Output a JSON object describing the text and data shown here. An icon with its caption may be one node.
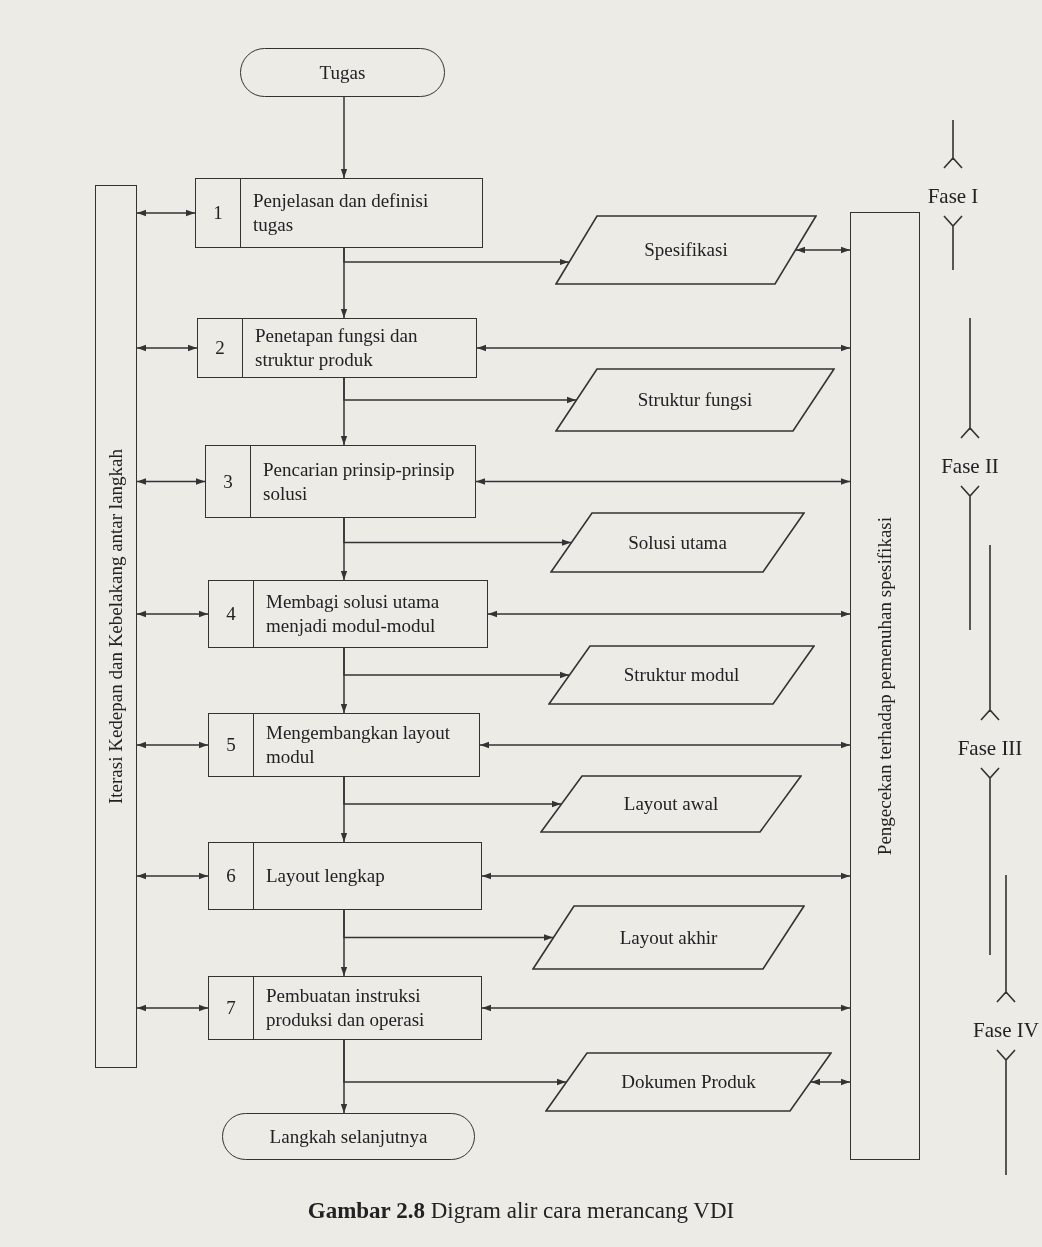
{
  "diagram": {
    "caption": "**Gambar 2.8** Digram alir cara merancang VDI",
    "nodes": [
      {
        "text": [
          "Tugas"
        ]
      },
      {
        "text": [
          "Iterasi Kedepan dan Kebelakang antar langkah"
        ]
      },
      {
        "text": [
          "1",
          "Penjelasan dan definisi tugas"
        ]
      },
      {
        "text": [
          "Spesifikasi"
        ]
      },
      {
        "text": [
          "Pengecekan terhadap pemenuhan spesifikasi"
        ]
      },
      {
        "text": [
          "2",
          "Penetapan fungsi dan struktur produk"
        ]
      },
      {
        "text": [
          "Struktur fungsi"
        ]
      },
      {
        "text": [
          "3",
          "Pencarian prinsip-prinsip solusi"
        ]
      },
      {
        "text": [
          "Solusi utama"
        ]
      },
      {
        "text": [
          "4",
          "Membagi solusi utama menjadi modul-modul"
        ]
      },
      {
        "text": [
          "Struktur modul"
        ]
      },
      {
        "text": [
          "5",
          "Mengembangkan layout modul"
        ]
      },
      {
        "text": [
          "Layout awal"
        ]
      },
      {
        "text": [
          "6",
          "Layout lengkap"
        ]
      },
      {
        "text": [
          "Layout akhir"
        ]
      },
      {
        "text": [
          "7",
          "Pembuatan instruksi produksi dan operasi"
        ]
      },
      {
        "text": [
          "Dokumen Produk"
        ]
      },
      {
        "text": [
          "Langkah selanjutnya"
        ]
      }
    ],
    "edges": [
      {
        "from": 0,
        "to": 2,
        "arrow": "to"
      },
      {
        "from": 1,
        "to": 2,
        "arrow": "both"
      },
      {
        "from": 2,
        "to": 3,
        "arrow": "to"
      },
      {
        "from": 2,
        "to": 5,
        "arrow": "to"
      },
      {
        "from": 3,
        "to": 4,
        "arrow": "both"
      },
      {
        "from": 1,
        "to": 5,
        "arrow": "both"
      },
      {
        "from": 5,
        "to": 4,
        "arrow": "both"
      },
      {
        "from": 5,
        "to": 6,
        "arrow": "to"
      },
      {
        "from": 5,
        "to": 7,
        "arrow": "to"
      },
      {
        "from": 1,
        "to": 7,
        "arrow": "both"
      },
      {
        "from": 7,
        "to": 4,
        "arrow": "both"
      },
      {
        "from": 7,
        "to": 8,
        "arrow": "to"
      },
      {
        "from": 7,
        "to": 9,
        "arrow": "to"
      },
      {
        "from": 1,
        "to": 9,
        "arrow": "both"
      },
      {
        "from": 9,
        "to": 4,
        "arrow": "both"
      },
      {
        "from": 9,
        "to": 10,
        "arrow": "to"
      },
      {
        "from": 9,
        "to": 11,
        "arrow": "to"
      },
      {
        "from": 1,
        "to": 11,
        "arrow": "both"
      },
      {
        "from": 11,
        "to": 4,
        "arrow": "both"
      },
      {
        "from": 11,
        "to": 12,
        "arrow": "to"
      },
      {
        "from": 11,
        "to": 13,
        "arrow": "to"
      },
      {
        "from": 1,
        "to": 13,
        "arrow": "both"
      },
      {
        "from": 13,
        "to": 4,
        "arrow": "both"
      },
      {
        "from": 13,
        "to": 14,
        "arrow": "to"
      },
      {
        "from": 13,
        "to": 15,
        "arrow": "to"
      },
      {
        "from": 1,
        "to": 15,
        "arrow": "both"
      },
      {
        "from": 15,
        "to": 4,
        "arrow": "both"
      },
      {
        "from": 15,
        "to": 16,
        "arrow": "to"
      },
      {
        "from": 15,
        "to": 17,
        "arrow": "to"
      },
      {
        "from": 16,
        "to": 4,
        "arrow": "both"
      }
    ],
    "labels": [
      "Fase I",
      "Fase II",
      "Fase III",
      "Fase IV"
    ]
  }
}
